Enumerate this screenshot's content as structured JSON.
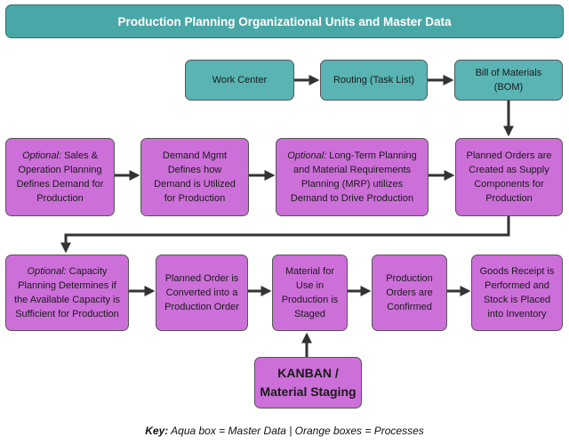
{
  "title": "Production Planning Organizational Units and Master Data",
  "master_data": {
    "work_center": "Work Center",
    "routing_line1": "Routing (Task List)",
    "bom_line1": "Bill of Materials",
    "bom_line2": "(BOM)"
  },
  "row2": {
    "sop": {
      "optional": "Optional:",
      "line1": " Sales &",
      "line2": "Operation Planning",
      "line3": "Defines Demand for",
      "line4": "Production"
    },
    "demand": {
      "line1": "Demand Mgmt",
      "line2": "Defines how",
      "line3": "Demand is Utilized",
      "line4": "for Production"
    },
    "mrp": {
      "optional": "Optional:",
      "line1": " Long-Term Planning",
      "line2": "and Material Requirements",
      "line3": "Planning (MRP) utilizes",
      "line4": "Demand to Drive Production"
    },
    "planned_orders": {
      "line1": "Planned Orders are",
      "line2": "Created as Supply",
      "line3": "Components for",
      "line4": "Production"
    }
  },
  "row3": {
    "capacity": {
      "optional": "Optional:",
      "line1": " Capacity",
      "line2": "Planning Determines if",
      "line3": "the Available Capacity is",
      "line4": "Sufficient for Production"
    },
    "converted": {
      "line1": "Planned Order is",
      "line2": "Converted into a",
      "line3": "Production  Order"
    },
    "material": {
      "line1": "Material for",
      "line2": "Use in",
      "line3": "Production  is",
      "line4": "Staged"
    },
    "confirmed": {
      "line1": "Production",
      "line2": "Orders are",
      "line3": "Confirmed"
    },
    "goods": {
      "line1": "Goods Receipt is",
      "line2": "Performed and",
      "line3": "Stock is Placed",
      "line4": "into Inventory"
    }
  },
  "kanban": {
    "line1": "KANBAN /",
    "line2": "Material Staging"
  },
  "key": {
    "label": "Key:",
    "text": " Aqua box = Master Data  |  Orange boxes = Processes"
  },
  "colors": {
    "aqua": "#5ab4b4",
    "title_bar": "#4aa7a7",
    "process": "#cc6fd9",
    "arrow": "#333333"
  }
}
